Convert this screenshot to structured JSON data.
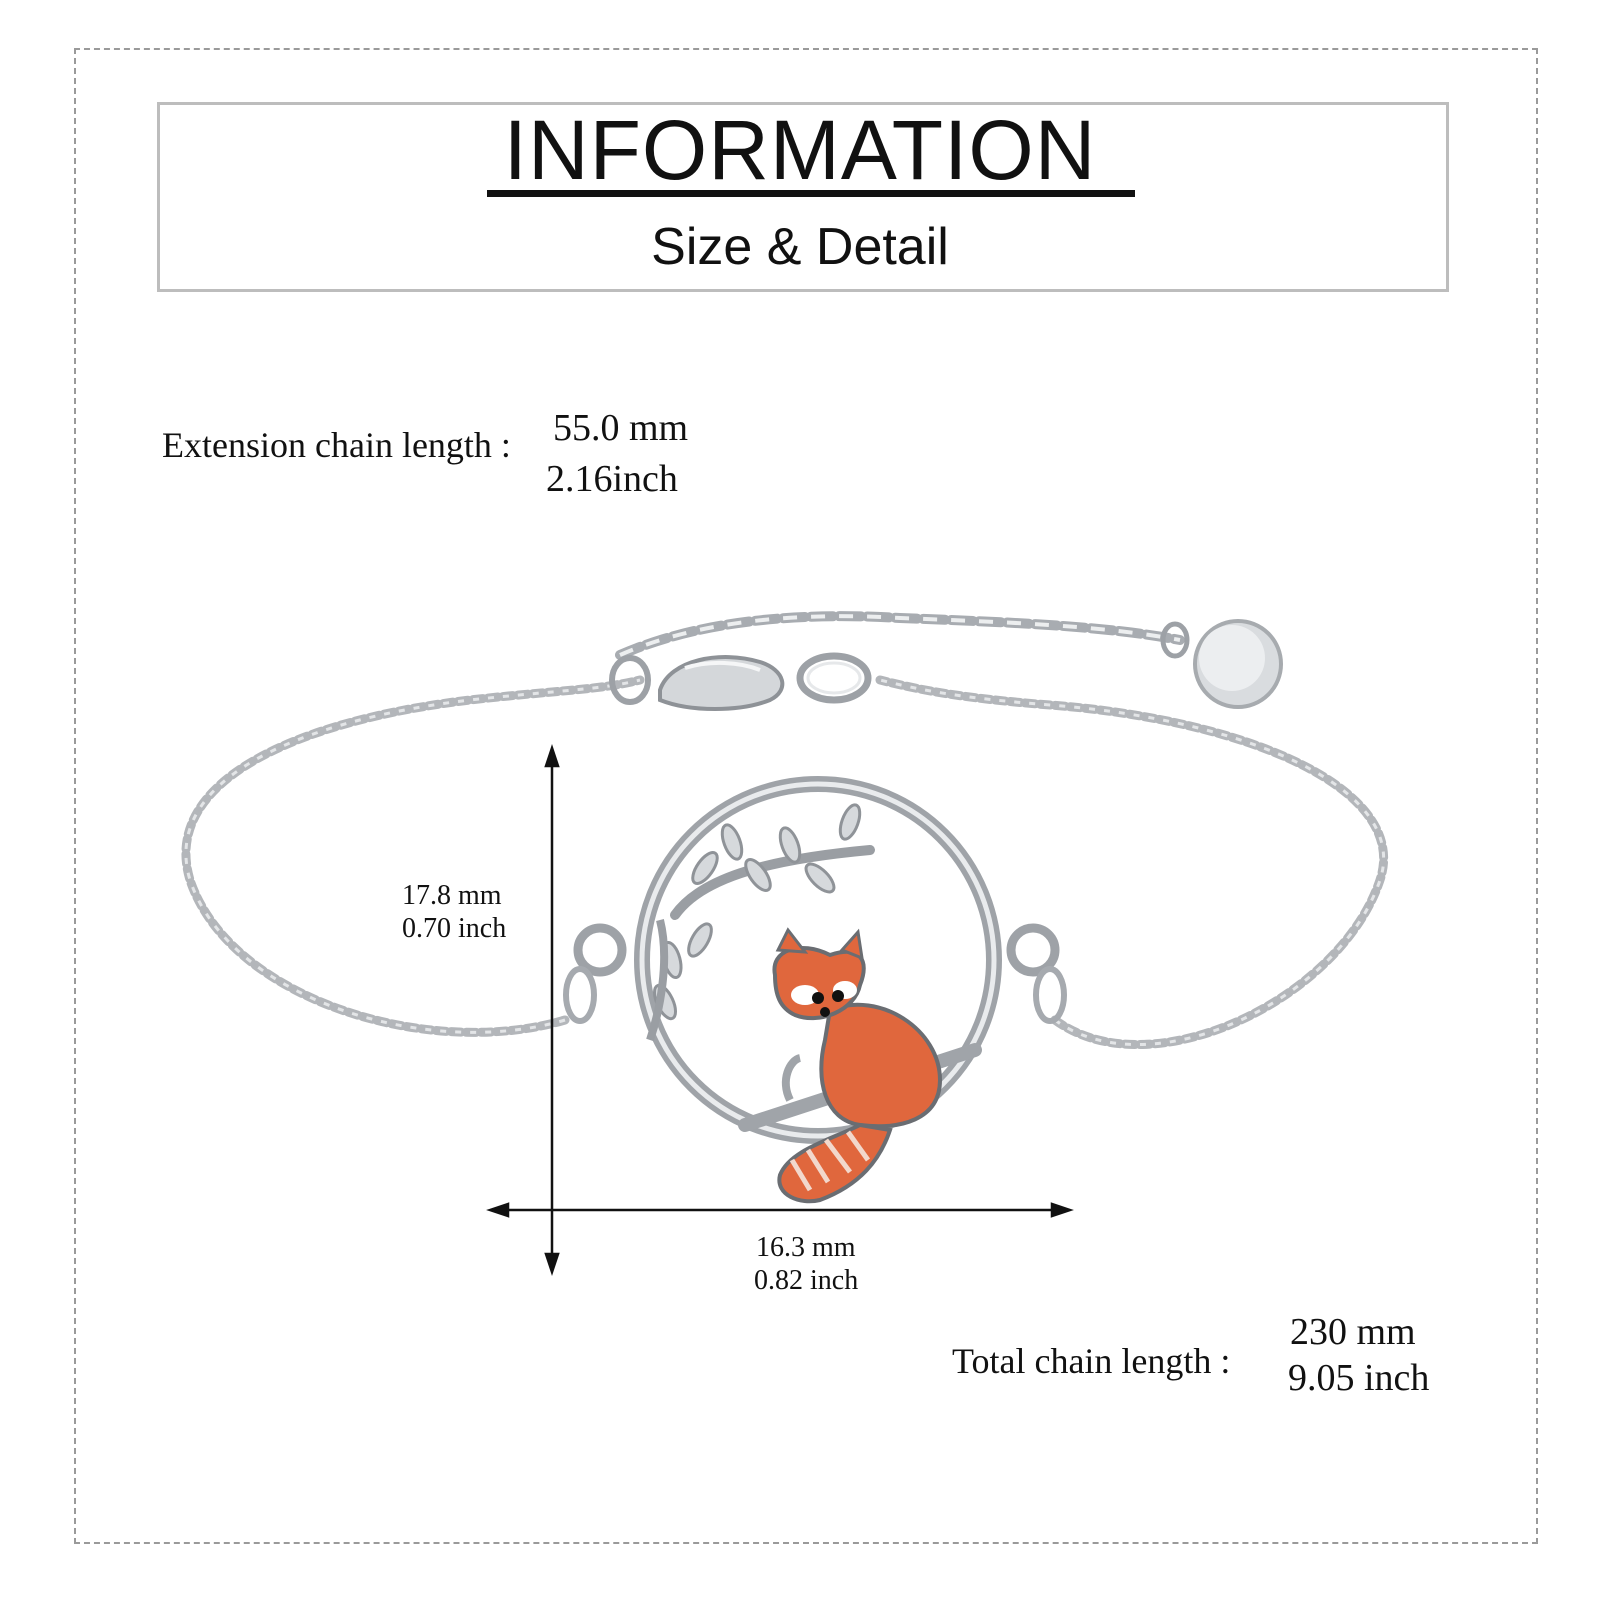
{
  "header": {
    "title": "INFORMATION",
    "subtitle": "Size & Detail"
  },
  "extension": {
    "label": "Extension chain length :",
    "mm": "55.0 mm",
    "inch": "2.16inch"
  },
  "pendant": {
    "height_mm": "17.8 mm",
    "height_inch": "0.70 inch",
    "width_mm": "16.3 mm",
    "width_inch": "0.82 inch"
  },
  "total": {
    "label": "Total chain length :",
    "mm": "230 mm",
    "inch": "9.05 inch"
  },
  "colors": {
    "silver": "#b9bcc0",
    "orange": "#e0673d",
    "dark": "#111111"
  }
}
